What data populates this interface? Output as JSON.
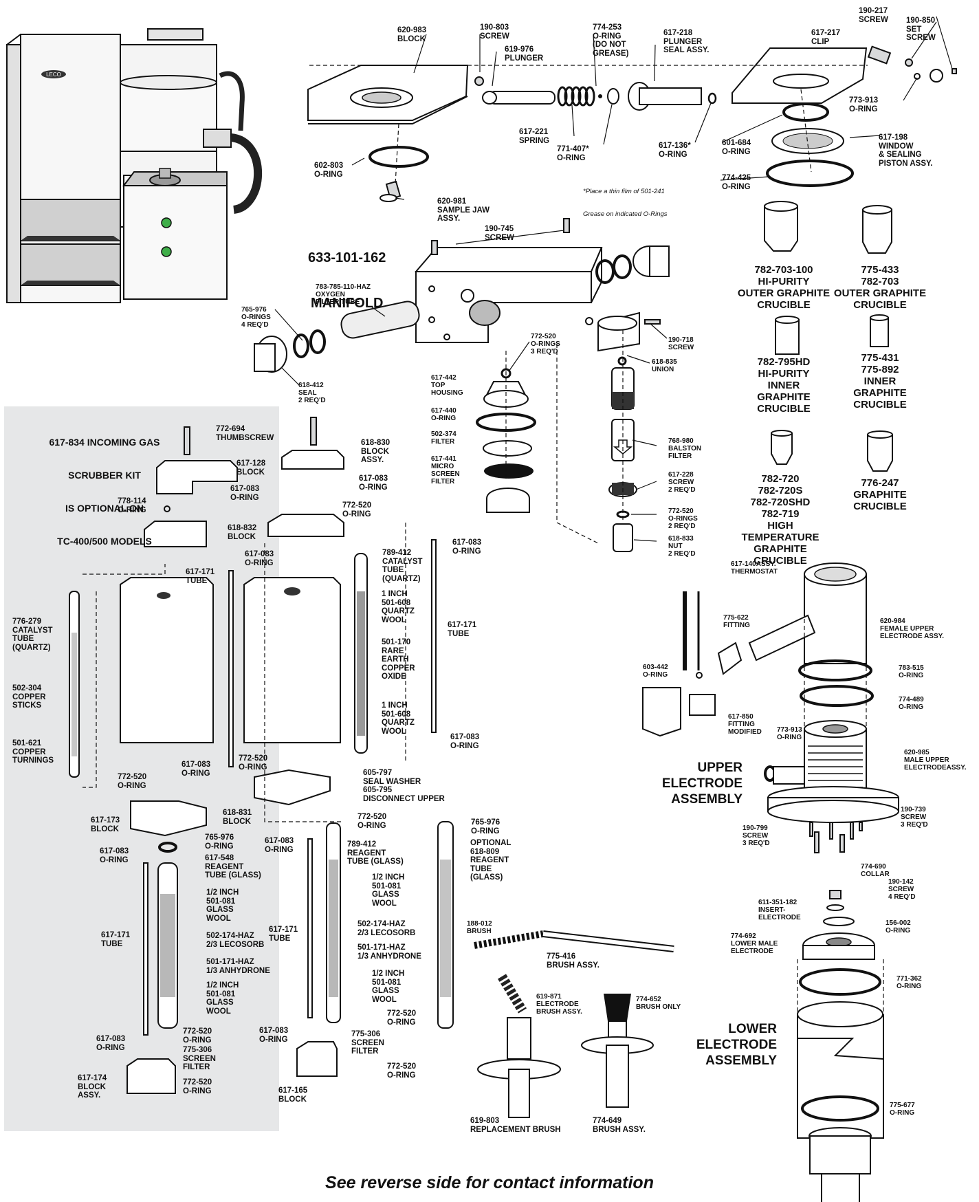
{
  "instrument_illustration": {
    "logo": "LECO"
  },
  "manifold_title": {
    "line1": "633-101-162",
    "line2": "MANIFOLD"
  },
  "scrubber_note": {
    "line1": "617-834 INCOMING GAS",
    "line2": "SCRUBBER KIT",
    "line3": "IS OPTIONAL ON",
    "line4": "TC-400/500 MODELS"
  },
  "grease_note": {
    "line1": "*Place a thin film of 501-241",
    "line2": "Grease on indicated O-Rings"
  },
  "section_titles": {
    "upper": "UPPER\nELECTRODE\nASSEMBLY",
    "lower": "LOWER\nELECTRODE\nASSEMBLY"
  },
  "footer": "See reverse side for contact information",
  "crucibles": [
    {
      "id": "c1",
      "text": "782-703-100\nHI-PURITY\nOUTER GRAPHITE\nCRUCIBLE"
    },
    {
      "id": "c2",
      "text": "775-433\n782-703\nOUTER GRAPHITE\nCRUCIBLE"
    },
    {
      "id": "c3",
      "text": "782-795HD\nHI-PURITY\nINNER\nGRAPHITE\nCRUCIBLE"
    },
    {
      "id": "c4",
      "text": "775-431\n775-892\nINNER\nGRAPHITE\nCRUCIBLE"
    },
    {
      "id": "c5",
      "text": "782-720\n782-720S\n782-720SHD\n782-719\nHIGH\nTEMPERATURE\nGRAPHITE\nCRUCIBLE"
    },
    {
      "id": "c6",
      "text": "776-247\nGRAPHITE\nCRUCIBLE"
    }
  ],
  "labels": [
    {
      "id": "p01",
      "text": "620-983\nBLOCK"
    },
    {
      "id": "p02",
      "text": "190-803\nSCREW"
    },
    {
      "id": "p03",
      "text": "619-976\nPLUNGER"
    },
    {
      "id": "p04",
      "text": "774-253\nO-RING\n(DO NOT\nGREASE)"
    },
    {
      "id": "p05",
      "text": "617-218\nPLUNGER\nSEAL ASSY."
    },
    {
      "id": "p06",
      "text": "190-217\nSCREW"
    },
    {
      "id": "p07",
      "text": "617-217\nCLIP"
    },
    {
      "id": "p08",
      "text": "190-850\nSET\nSCREW"
    },
    {
      "id": "p09",
      "text": "773-913\nO-RING"
    },
    {
      "id": "p10",
      "text": "617-221\nSPRING"
    },
    {
      "id": "p11",
      "text": "771-407*\nO-RING"
    },
    {
      "id": "p12",
      "text": "617-136*\nO-RING"
    },
    {
      "id": "p13",
      "text": "601-684\nO-RING"
    },
    {
      "id": "p14",
      "text": "617-198\nWINDOW\n& SEALING\nPISTON ASSY."
    },
    {
      "id": "p15",
      "text": "774-425\nO-RING"
    },
    {
      "id": "p16",
      "text": "602-803\nO-RING"
    },
    {
      "id": "p17",
      "text": "620-981\nSAMPLE JAW\nASSY."
    },
    {
      "id": "p18",
      "text": "190-745\nSCREW"
    },
    {
      "id": "p19",
      "text": "783-785-110-HAZ\nOXYGEN\nFILTER TUBE"
    },
    {
      "id": "p20",
      "text": "765-976\nO-RINGS\n4 REQ'D"
    },
    {
      "id": "p21",
      "text": "618-412\nSEAL\n2 REQ'D"
    },
    {
      "id": "p22",
      "text": "772-520\nO-RINGS\n3 REQ'D"
    },
    {
      "id": "p23",
      "text": "190-718\nSCREW"
    },
    {
      "id": "p24",
      "text": "618-835\nUNION"
    },
    {
      "id": "p25",
      "text": "617-442\nTOP\nHOUSING"
    },
    {
      "id": "p26",
      "text": "617-440\nO-RING"
    },
    {
      "id": "p27",
      "text": "502-374\nFILTER"
    },
    {
      "id": "p28",
      "text": "617-441\nMICRO\nSCREEN\nFILTER"
    },
    {
      "id": "p29",
      "text": "768-980\nBALSTON\nFILTER"
    },
    {
      "id": "p30",
      "text": "617-228\nSCREW\n2 REQ'D"
    },
    {
      "id": "p31",
      "text": "772-520\nO-RINGS\n2 REQ'D"
    },
    {
      "id": "p32",
      "text": "618-833\nNUT\n2 REQ'D"
    },
    {
      "id": "p33",
      "text": "772-694\nTHUMBSCREW"
    },
    {
      "id": "p34",
      "text": "618-830\nBLOCK\nASSY."
    },
    {
      "id": "p35",
      "text": "617-128\nBLOCK"
    },
    {
      "id": "p36",
      "text": "617-083\nO-RING"
    },
    {
      "id": "p37",
      "text": "617-083\nO-RING"
    },
    {
      "id": "p38",
      "text": "778-114\nO-RING"
    },
    {
      "id": "p39",
      "text": "772-520\nO-RING"
    },
    {
      "id": "p40",
      "text": "618-832\nBLOCK"
    },
    {
      "id": "p41",
      "text": "617-083\nO-RING"
    },
    {
      "id": "p42",
      "text": "617-171\nTUBE"
    },
    {
      "id": "p43",
      "text": "789-412\nCATALYST\nTUBE\n(QUARTZ)"
    },
    {
      "id": "p44",
      "text": "617-083\nO-RING"
    },
    {
      "id": "p45",
      "text": "1 INCH\n501-608\nQUARTZ\nWOOL"
    },
    {
      "id": "p46",
      "text": "617-171\nTUBE"
    },
    {
      "id": "p47",
      "text": "501-170\nRARE\nEARTH\nCOPPER\nOXIDE"
    },
    {
      "id": "p48",
      "text": "776-279\nCATALYST\nTUBE\n(QUARTZ)"
    },
    {
      "id": "p49",
      "text": "502-304\nCOPPER\nSTICKS"
    },
    {
      "id": "p50",
      "text": "1 INCH\n501-608\nQUARTZ\nWOOL"
    },
    {
      "id": "p51",
      "text": "501-621\nCOPPER\nTURNINGS"
    },
    {
      "id": "p52",
      "text": "617-083\nO-RING"
    },
    {
      "id": "p53",
      "text": "772-520\nO-RING"
    },
    {
      "id": "p54",
      "text": "772-520\nO-RING"
    },
    {
      "id": "p55",
      "text": "617-083\nO-RING"
    },
    {
      "id": "p56",
      "text": "605-797\nSEAL WASHER\n605-795\nDISCONNECT UPPER"
    },
    {
      "id": "p57",
      "text": "618-831\nBLOCK"
    },
    {
      "id": "p58",
      "text": "617-173\nBLOCK"
    },
    {
      "id": "p59",
      "text": "772-520\nO-RING"
    },
    {
      "id": "p60",
      "text": "765-976\nO-RING"
    },
    {
      "id": "p61",
      "text": "765-976\nO-RING"
    },
    {
      "id": "p62",
      "text": "617-083\nO-RING"
    },
    {
      "id": "p63",
      "text": "617-548\nREAGENT\nTUBE (GLASS)"
    },
    {
      "id": "p64",
      "text": "617-083\nO-RING"
    },
    {
      "id": "p65",
      "text": "789-412\nREAGENT\nTUBE (GLASS)"
    },
    {
      "id": "p66",
      "text": "OPTIONAL\n618-809\nREAGENT\nTUBE\n(GLASS)"
    },
    {
      "id": "p67",
      "text": "1/2 INCH\n501-081\nGLASS\nWOOL"
    },
    {
      "id": "p68",
      "text": "1/2 INCH\n501-081\nGLASS\nWOOL"
    },
    {
      "id": "p69",
      "text": "617-171\nTUBE"
    },
    {
      "id": "p70",
      "text": "502-174-HAZ\n2/3 LECOSORB"
    },
    {
      "id": "p71",
      "text": "617-171\nTUBE"
    },
    {
      "id": "p72",
      "text": "502-174-HAZ\n2/3 LECOSORB"
    },
    {
      "id": "p73",
      "text": "501-171-HAZ\n1/3 ANHYDRONE"
    },
    {
      "id": "p74",
      "text": "501-171-HAZ\n1/3 ANHYDRONE"
    },
    {
      "id": "p75",
      "text": "1/2 INCH\n501-081\nGLASS\nWOOL"
    },
    {
      "id": "p76",
      "text": "1/2 INCH\n501-081\nGLASS\nWOOL"
    },
    {
      "id": "p77",
      "text": "617-083\nO-RING"
    },
    {
      "id": "p78",
      "text": "772-520\nO-RING"
    },
    {
      "id": "p79",
      "text": "617-083\nO-RING"
    },
    {
      "id": "p80",
      "text": "772-520\nO-RING"
    },
    {
      "id": "p81",
      "text": "775-306\nSCREEN\nFILTER"
    },
    {
      "id": "p82",
      "text": "775-306\nSCREEN\nFILTER"
    },
    {
      "id": "p83",
      "text": "617-174\nBLOCK\nASSY."
    },
    {
      "id": "p84",
      "text": "772-520\nO-RING"
    },
    {
      "id": "p85",
      "text": "772-520\nO-RING"
    },
    {
      "id": "p86",
      "text": "617-165\nBLOCK"
    },
    {
      "id": "p87",
      "text": "188-012\nBRUSH"
    },
    {
      "id": "p88",
      "text": "775-416\nBRUSH ASSY."
    },
    {
      "id": "p89",
      "text": "619-871\nELECTRODE\nBRUSH ASSY."
    },
    {
      "id": "p90",
      "text": "774-652\nBRUSH ONLY"
    },
    {
      "id": "p91",
      "text": "619-803\nREPLACEMENT BRUSH"
    },
    {
      "id": "p92",
      "text": "774-649\nBRUSH ASSY."
    },
    {
      "id": "p93",
      "text": "617-140ASSY.\nTHERMOSTAT"
    },
    {
      "id": "p94",
      "text": "775-622\nFITTING"
    },
    {
      "id": "p95",
      "text": "620-984\nFEMALE UPPER\nELECTRODE ASSY."
    },
    {
      "id": "p96",
      "text": "603-442\nO-RING"
    },
    {
      "id": "p97",
      "text": "783-515\nO-RING"
    },
    {
      "id": "p98",
      "text": "774-489\nO-RING"
    },
    {
      "id": "p99",
      "text": "617-850\nFITTING\nMODIFIED"
    },
    {
      "id": "p100",
      "text": "773-913\nO-RING"
    },
    {
      "id": "p101",
      "text": "620-985\nMALE UPPER\nELECTRODEASSY."
    },
    {
      "id": "p102",
      "text": "190-739\nSCREW\n3 REQ'D"
    },
    {
      "id": "p103",
      "text": "190-799\nSCREW\n3 REQ'D"
    },
    {
      "id": "p104",
      "text": "774-690\nCOLLAR"
    },
    {
      "id": "p105",
      "text": "190-142\nSCREW\n4 REQ'D"
    },
    {
      "id": "p106",
      "text": "611-351-182\nINSERT-\nELECTRODE"
    },
    {
      "id": "p107",
      "text": "156-002\nO-RING"
    },
    {
      "id": "p108",
      "text": "774-692\nLOWER MALE\nELECTRODE"
    },
    {
      "id": "p109",
      "text": "771-362\nO-RING"
    },
    {
      "id": "p110",
      "text": "775-677\nO-RING"
    }
  ]
}
